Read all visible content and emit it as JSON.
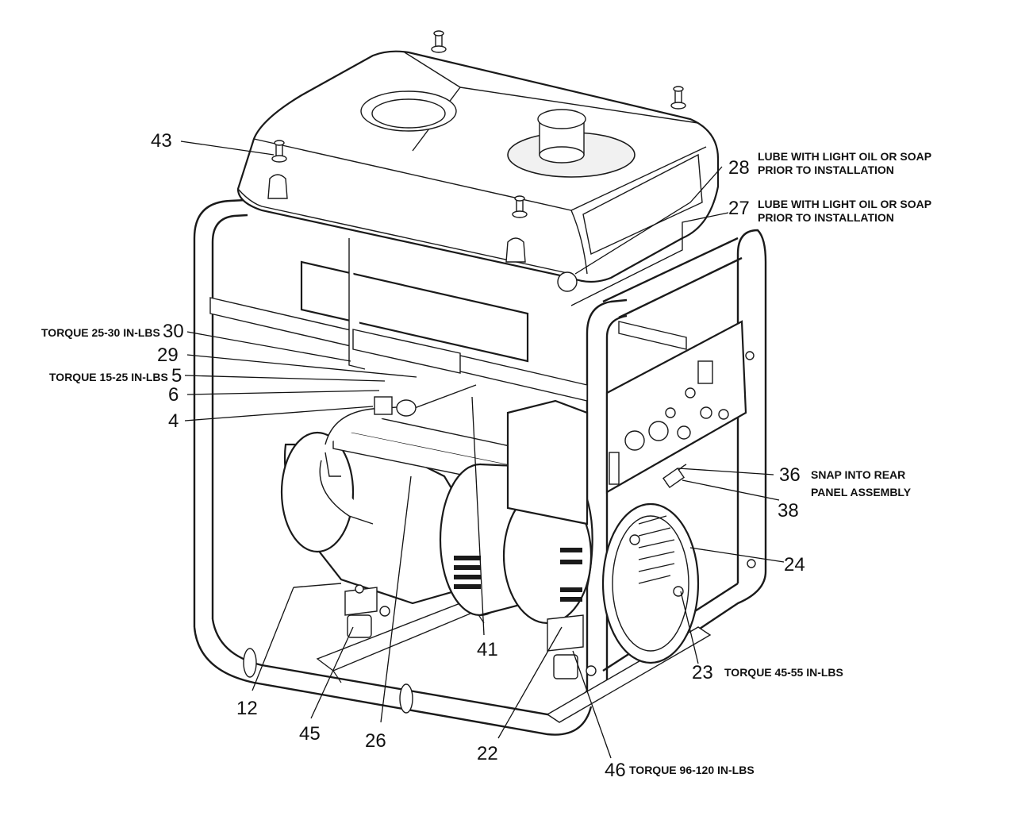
{
  "callouts": [
    {
      "id": "43",
      "number": "43",
      "note": ""
    },
    {
      "id": "28",
      "number": "28",
      "note": "LUBE WITH LIGHT OIL OR SOAP",
      "note2": "PRIOR TO INSTALLATION"
    },
    {
      "id": "27",
      "number": "27",
      "note": "LUBE WITH LIGHT OIL OR SOAP",
      "note2": "PRIOR TO INSTALLATION"
    },
    {
      "id": "30",
      "number": "30",
      "note": "TORQUE 25-30 IN-LBS"
    },
    {
      "id": "29",
      "number": "29",
      "note": ""
    },
    {
      "id": "5",
      "number": "5",
      "note": "TORQUE 15-25 IN-LBS"
    },
    {
      "id": "6",
      "number": "6",
      "note": ""
    },
    {
      "id": "4",
      "number": "4",
      "note": ""
    },
    {
      "id": "36",
      "number": "36",
      "note": "SNAP INTO REAR",
      "note2": "PANEL ASSEMBLY"
    },
    {
      "id": "38",
      "number": "38",
      "note": ""
    },
    {
      "id": "24",
      "number": "24",
      "note": ""
    },
    {
      "id": "41",
      "number": "41",
      "note": ""
    },
    {
      "id": "23",
      "number": "23",
      "note": "TORQUE 45-55 IN-LBS"
    },
    {
      "id": "12",
      "number": "12",
      "note": ""
    },
    {
      "id": "45",
      "number": "45",
      "note": ""
    },
    {
      "id": "26",
      "number": "26",
      "note": ""
    },
    {
      "id": "22",
      "number": "22",
      "note": ""
    },
    {
      "id": "46",
      "number": "46",
      "note": "TORQUE 96-120 IN-LBS"
    }
  ]
}
